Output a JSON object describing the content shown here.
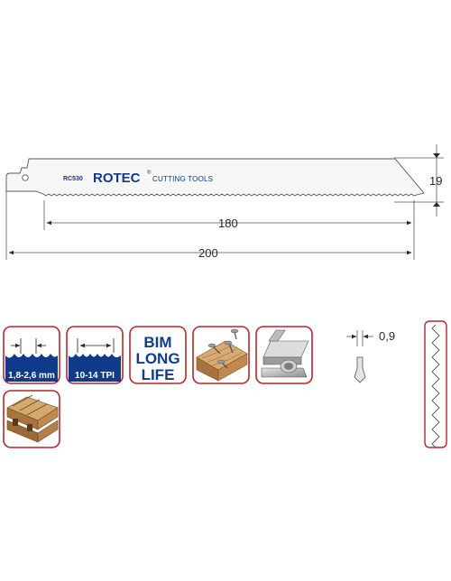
{
  "blade": {
    "model": "RC530",
    "brand": "ROTEC",
    "brand_registered": "®",
    "brand_tagline": "CUTTING TOOLS"
  },
  "dimensions": {
    "height": "19",
    "cutting_length": "180",
    "total_length": "200",
    "thickness": "0,9"
  },
  "badges": [
    {
      "name": "tooth-pitch-mm",
      "label": "1,8-2,6 mm"
    },
    {
      "name": "tooth-pitch-tpi",
      "label": "10-14 TPI"
    },
    {
      "name": "bim-long-life",
      "lines": [
        "BIM",
        "LONG",
        "LIFE"
      ]
    },
    {
      "name": "wood-with-nails",
      "label": ""
    },
    {
      "name": "metal-profiles",
      "label": ""
    },
    {
      "name": "pallet",
      "label": ""
    }
  ],
  "colors": {
    "badge_border": "#b8262c",
    "navy": "#103a8a",
    "wood": "#b98a55",
    "blade": "#f7f7f7"
  }
}
